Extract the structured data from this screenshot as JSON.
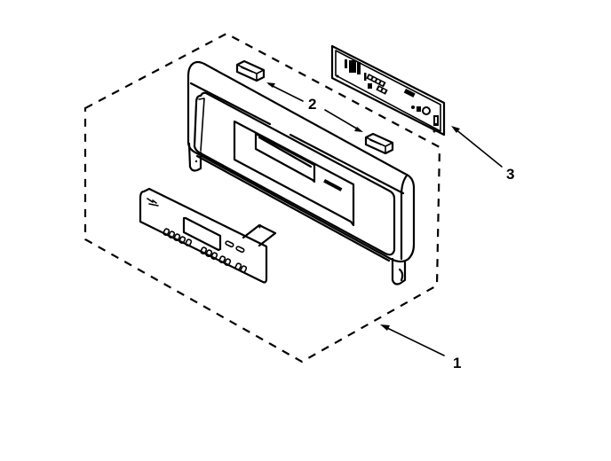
{
  "diagram": {
    "type": "exploded-parts-diagram",
    "subject": "control panel assembly",
    "colors": {
      "line": "#000000",
      "background": "#ffffff"
    },
    "callouts": [
      {
        "id": "1",
        "label": "1",
        "refers_to": "control panel assembly (dashed boundary)"
      },
      {
        "id": "2",
        "label": "2",
        "refers_to": "two small bracket/clips on top of panel"
      },
      {
        "id": "3",
        "label": "3",
        "refers_to": "electronic control board"
      }
    ],
    "parts": [
      {
        "name": "control-panel-housing"
      },
      {
        "name": "keypad-overlay"
      },
      {
        "name": "clip"
      },
      {
        "name": "clip"
      },
      {
        "name": "control-board"
      }
    ]
  }
}
